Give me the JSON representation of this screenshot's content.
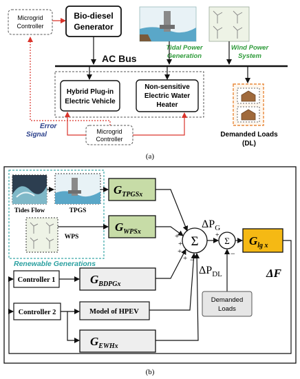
{
  "a": {
    "mg_ctrl_top": [
      "Microgrid",
      "Controller"
    ],
    "biodiesel": [
      "Bio-diesel",
      "Generator"
    ],
    "tidal": [
      "Tidal Power",
      "Generation"
    ],
    "wind": [
      "Wind Power",
      "System"
    ],
    "ac_bus": "AC Bus",
    "hpev": [
      "Hybrid Plug-in",
      "Electric Vehicle"
    ],
    "ewh": [
      "Non-sensitive",
      "Electric Water",
      "Heater"
    ],
    "error": [
      "Error",
      "Signal"
    ],
    "mg_ctrl_bottom": [
      "Microgrid",
      "Controller"
    ],
    "loads": [
      "Demanded Loads",
      "(DL)"
    ],
    "caption": "(a)"
  },
  "b": {
    "tides_flow": "Tides Flow",
    "tpgs": "TPGS",
    "wps": "WPS",
    "renewable": "Renewable Generations",
    "g_tpgs": {
      "main": "G",
      "sub": "TPGSx"
    },
    "g_wps": {
      "main": "G",
      "sub": "WPSx"
    },
    "g_bdpg": {
      "main": "G",
      "sub": "BDPGx"
    },
    "g_ewh": {
      "main": "G",
      "sub": "EWHx"
    },
    "g_lg": {
      "main": "G",
      "sub": "lg x"
    },
    "controller1": "Controller 1",
    "controller2": "Controller 2",
    "model_hpev": "Model of HPEV",
    "demanded_loads": [
      "Demanded",
      "Loads"
    ],
    "sum": "Σ",
    "delta_pg": {
      "main": "ΔP",
      "sub": "G"
    },
    "delta_pdl": {
      "main": "ΔP",
      "sub": "DL"
    },
    "delta_f": "ΔF",
    "plus": "+",
    "minus": "−",
    "caption": "(b)"
  },
  "colors": {
    "red": "#d9342b",
    "green_text": "#2e9b3a",
    "teal_dash": "#3aa6a6",
    "green_block": "#c7dca7",
    "orange_block": "#f5b914",
    "orange_dash": "#e8883a"
  }
}
